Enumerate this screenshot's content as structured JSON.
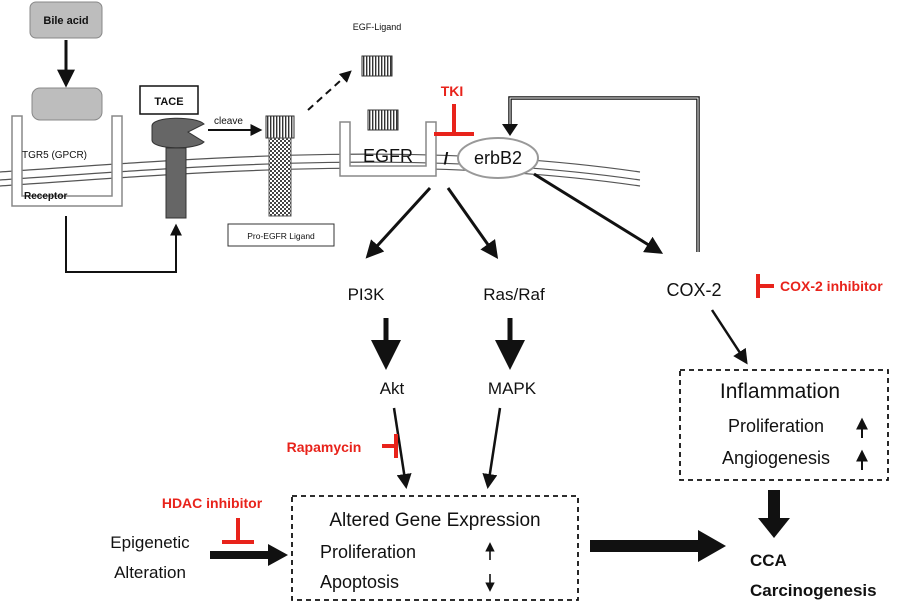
{
  "membrane": {
    "bile_acid": "Bile acid",
    "receptor_name": "TGR5 (GPCR)",
    "receptor_label": "Receptor",
    "tace": "TACE",
    "cleave": "cleave",
    "egf_ligand": "EGF-Ligand",
    "pro_egfr_ligand": "Pro-EGFR Ligand",
    "egfr": "EGFR",
    "slash": "/",
    "erbb2": "erbB2"
  },
  "pathway": {
    "pi3k": "PI3K",
    "ras_raf": "Ras/Raf",
    "akt": "Akt",
    "mapk": "MAPK",
    "cox2": "COX-2"
  },
  "inhibitors": {
    "tki": "TKI",
    "cox2_inhibitor": "COX-2 inhibitor",
    "rapamycin": "Rapamycin",
    "hdac_inhibitor": "HDAC inhibitor"
  },
  "gene_box": {
    "title": "Altered Gene Expression",
    "line1": "Proliferation",
    "line2": "Apoptosis"
  },
  "inflammation_box": {
    "title": "Inflammation",
    "line1": "Proliferation",
    "line2": "Angiogenesis"
  },
  "epigenetic": {
    "line1": "Epigenetic",
    "line2": "Alteration"
  },
  "outcome": {
    "line1": "CCA",
    "line2": "Carcinogenesis"
  },
  "colors": {
    "inhibitor_red": "#e8231b",
    "line": "#111111",
    "grey_fill": "#bdbdbd",
    "dark_grey": "#666666"
  }
}
